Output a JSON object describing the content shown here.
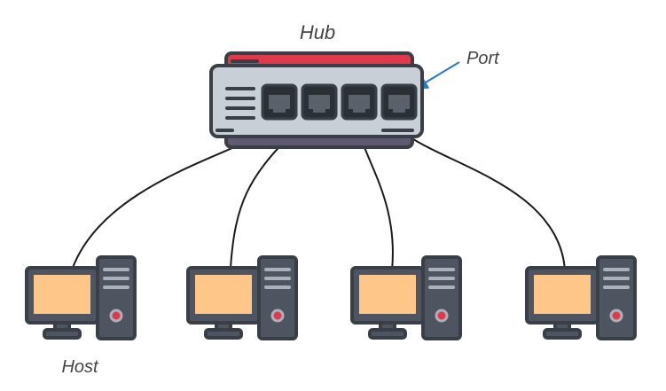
{
  "labels": {
    "hub": "Hub",
    "port": "Port",
    "host": "Host"
  },
  "hub": {
    "port_count": 4,
    "icon": "network-hub-icon"
  },
  "hosts": {
    "count": 4,
    "icon": "desktop-computer-icon"
  },
  "colors": {
    "outline": "#3a3f47",
    "hub_body": "#c8cfd6",
    "hub_top": "#e0394b",
    "hub_bottom": "#5e5a73",
    "monitor_bezel": "#4f5560",
    "screen": "#ffc68a",
    "tower": "#4f5560",
    "tower_button": "#e0394b",
    "cable": "#1a1a1a",
    "port_arrow": "#2a78c2"
  }
}
